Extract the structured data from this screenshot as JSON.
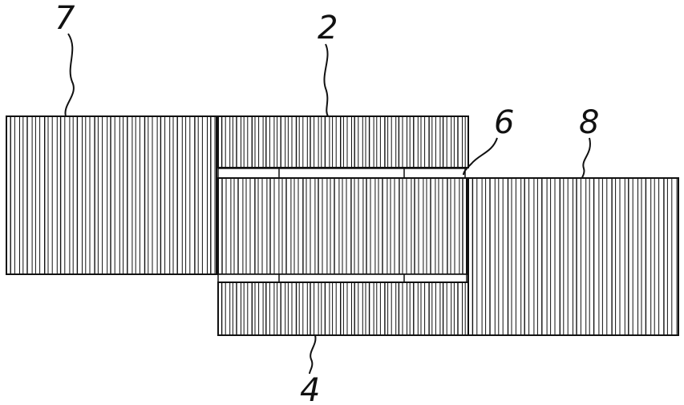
{
  "figure": {
    "stroke_color": "#111111",
    "background": "#ffffff",
    "labels": {
      "part_7": "7",
      "part_2": "2",
      "part_6": "6",
      "part_8": "8",
      "part_4": "4"
    }
  }
}
